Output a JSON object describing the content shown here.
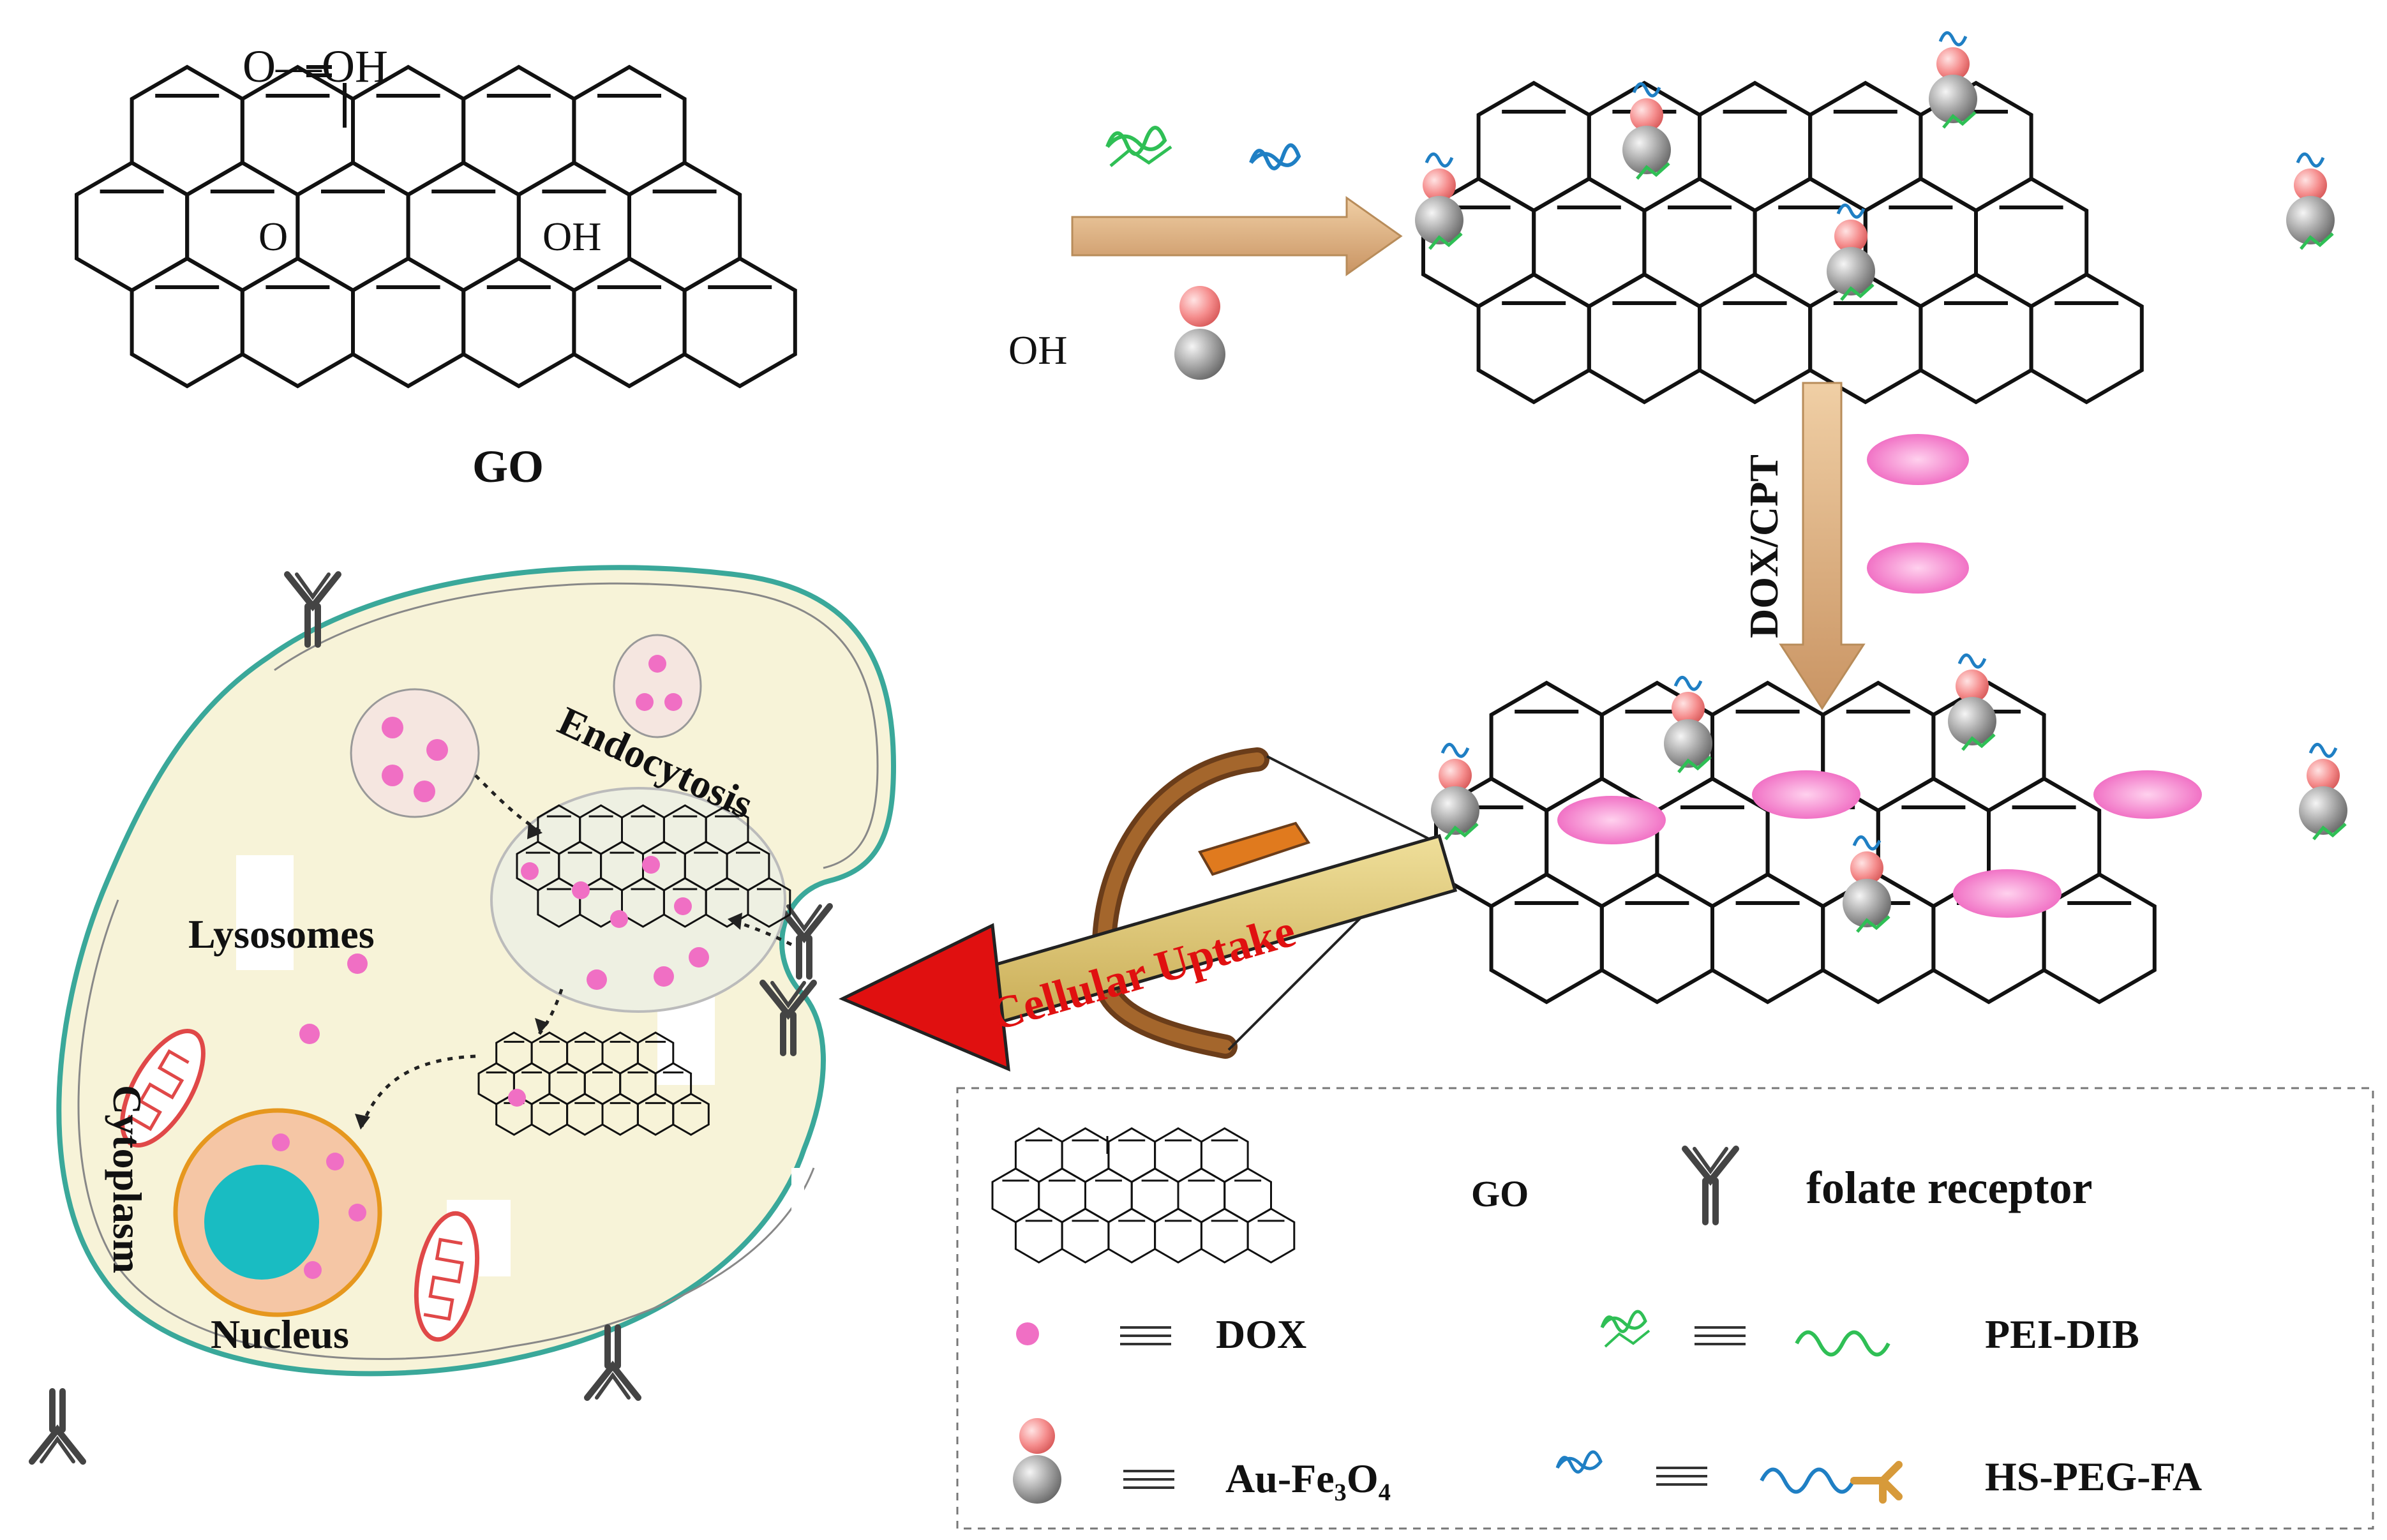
{
  "structure": {
    "cooh": "O—OH",
    "o_left": "O",
    "oh_mid": "OH",
    "oh_right": "OH"
  },
  "labels": {
    "go": "GO",
    "arrow_down": "DOX/CPT",
    "cellular_uptake": "Cellular Uptake",
    "endocytosis": "Endocytosis",
    "lysosomes": "Lysosomes",
    "cytoplasm": "Cytoplasm",
    "nucleus": "Nucleus"
  },
  "legend": {
    "go_label": "GO",
    "receptor_label": "folate receptor",
    "dox_label": "DOX",
    "pei_label": "PEI-DIB",
    "aufe_label": "Au-Fe₃O₄",
    "peg_label": "HS-PEG-FA"
  },
  "colors": {
    "dox": "#f06fc4",
    "au": "#f28a8a",
    "fe3o4": "#9a9a9a",
    "pei": "#2fbf55",
    "peg": "#1f7fc4",
    "cell_fill": "#f7f3d8",
    "cell_border": "#3aa89a",
    "nucleus_outer": "#f5c6a5",
    "nucleus_inner": "#19bcc2",
    "arrow_shaft": "#d9c070",
    "arrow_head": "#e01010",
    "process_arrow": "#d8a874"
  }
}
